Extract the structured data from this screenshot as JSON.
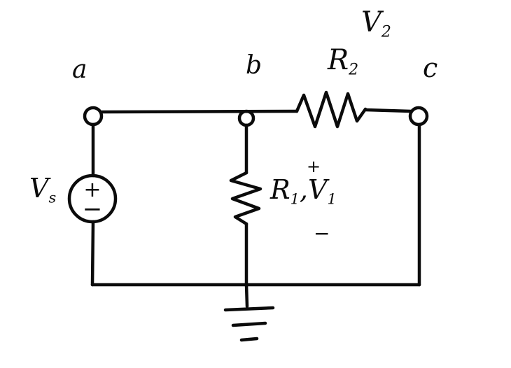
{
  "diagram": {
    "type": "hand-drawn-circuit",
    "labels": {
      "node_a": "a",
      "node_b": "b",
      "node_c": "c",
      "v2": {
        "base": "V",
        "sub": "2"
      },
      "r2": {
        "base": "R",
        "sub": "2"
      },
      "vs": {
        "base": "V",
        "sub": "s"
      },
      "r1": {
        "base": "R",
        "sub": "1"
      },
      "comma": ",",
      "v1": {
        "base": "V",
        "sub": "1"
      },
      "source_plus": "+",
      "source_minus": "−",
      "r1_plus": "+",
      "r1_minus": "−"
    },
    "stroke_color": "#0b0b0b",
    "background_color": "#ffffff"
  }
}
